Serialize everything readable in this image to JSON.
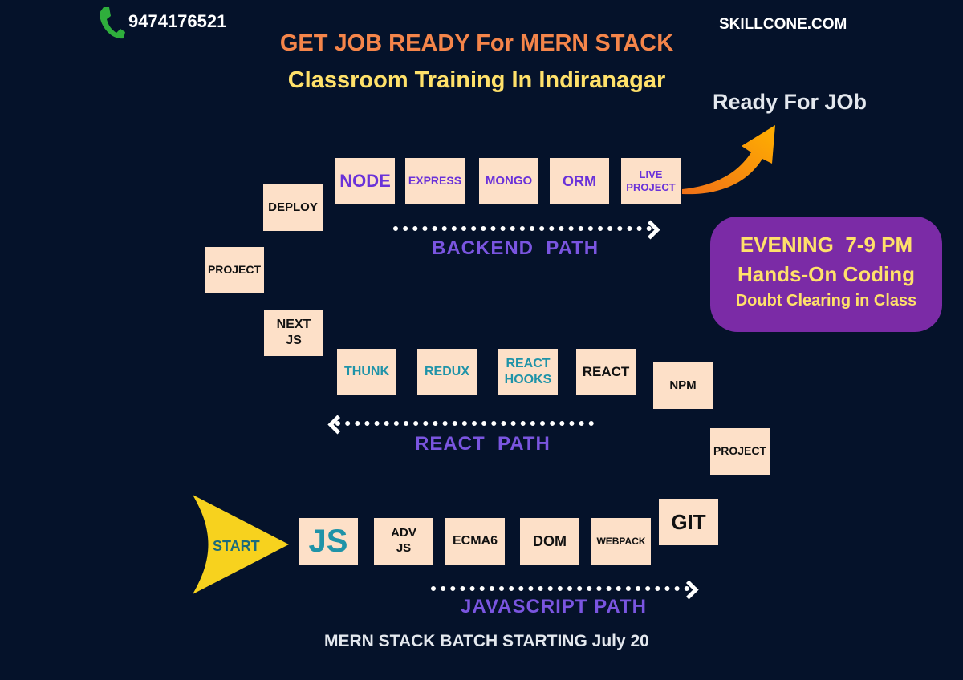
{
  "header": {
    "phone": "9474176521",
    "site": "SKILLCONE.COM",
    "title_line1": "GET JOB READY For MERN STACK",
    "title_line2": "Classroom Training In Indiranagar",
    "ready": "Ready For JOb"
  },
  "colors": {
    "background": "#05122a",
    "box": "#fde0c8",
    "title_orange": "#f5854a",
    "title_yellow": "#ffe16a",
    "path_label": "#7a55e0",
    "promo_bg": "#7b2ba6",
    "promo_text": "#ffe16a",
    "start_arrow": "#f7d21e",
    "phone_icon": "#2fae3c"
  },
  "backend": {
    "items": [
      "NODE",
      "EXPRESS",
      "MONGO",
      "ORM",
      "LIVE PROJECT"
    ],
    "deploy": "DEPLOY",
    "label": "BACKEND  PATH"
  },
  "react": {
    "project": "PROJECT",
    "next": "NEXT JS",
    "items": [
      "THUNK",
      "REDUX",
      "REACT HOOKS",
      "REACT"
    ],
    "npm": "NPM",
    "project2": "PROJECT",
    "label": "REACT  PATH"
  },
  "js": {
    "start": "START",
    "items": [
      "JS",
      "ADV JS",
      "ECMA6",
      "DOM",
      "WEBPACK"
    ],
    "git": "GIT",
    "label": "JAVASCRIPT PATH"
  },
  "promo": {
    "line1": "EVENING  7-9 PM",
    "line2": "Hands-On Coding",
    "line3": "Doubt Clearing in Class"
  },
  "footer": "MERN STACK BATCH STARTING July 20"
}
